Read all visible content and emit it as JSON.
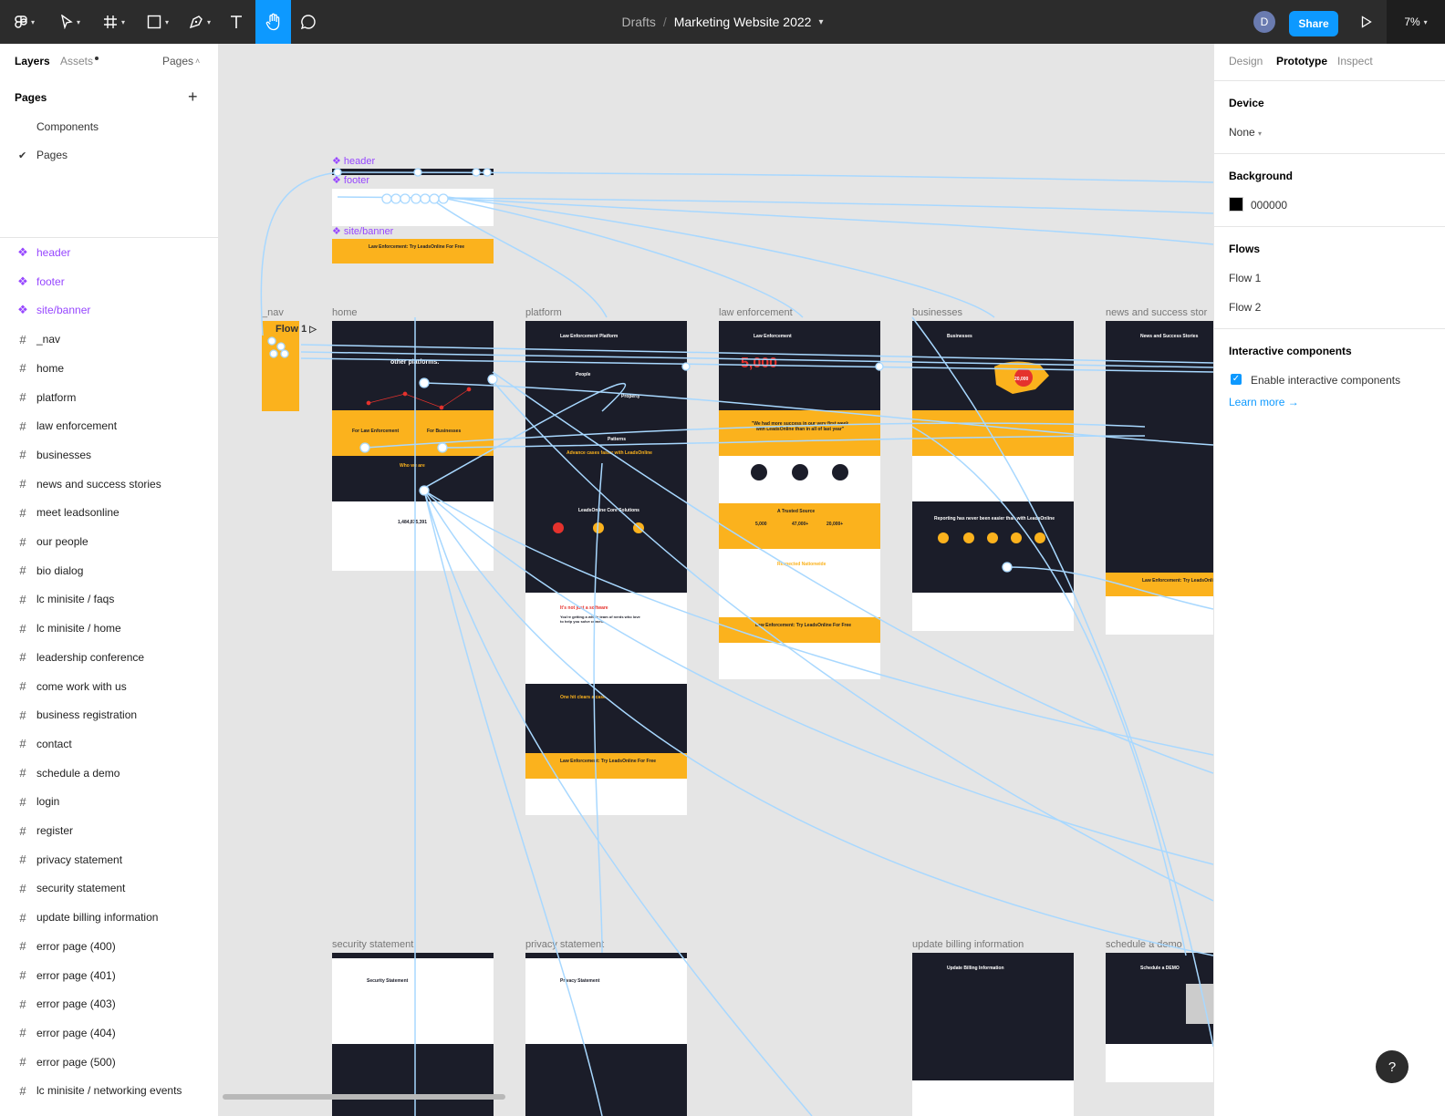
{
  "app": {
    "breadcrumb_root": "Drafts",
    "breadcrumb_sep": "/",
    "file_name": "Marketing Website 2022",
    "avatar_initial": "D",
    "share_label": "Share",
    "zoom": "7%"
  },
  "toolbar": {
    "tools": [
      "main-menu",
      "move-tool",
      "frame-tool",
      "shape-tool",
      "pen-tool",
      "text-tool",
      "hand-tool",
      "comment-tool"
    ],
    "active_tool": "hand-tool"
  },
  "left_panel": {
    "tabs": [
      "Layers",
      "Assets"
    ],
    "pages_toggle": "Pages",
    "pages_header": "Pages",
    "pages": [
      {
        "label": "Components",
        "selected": false
      },
      {
        "label": "Pages",
        "selected": true
      }
    ],
    "layers": [
      {
        "label": "header",
        "kind": "component"
      },
      {
        "label": "footer",
        "kind": "component"
      },
      {
        "label": "site/banner",
        "kind": "component"
      },
      {
        "label": "_nav",
        "kind": "frame"
      },
      {
        "label": "home",
        "kind": "frame"
      },
      {
        "label": "platform",
        "kind": "frame"
      },
      {
        "label": "law enforcement",
        "kind": "frame"
      },
      {
        "label": "businesses",
        "kind": "frame"
      },
      {
        "label": "news and success stories",
        "kind": "frame"
      },
      {
        "label": "meet leadsonline",
        "kind": "frame"
      },
      {
        "label": "our people",
        "kind": "frame"
      },
      {
        "label": "bio dialog",
        "kind": "frame"
      },
      {
        "label": "lc minisite / faqs",
        "kind": "frame"
      },
      {
        "label": "lc minisite / home",
        "kind": "frame"
      },
      {
        "label": "leadership conference",
        "kind": "frame"
      },
      {
        "label": "come work with us",
        "kind": "frame"
      },
      {
        "label": "business registration",
        "kind": "frame"
      },
      {
        "label": "contact",
        "kind": "frame"
      },
      {
        "label": "schedule a demo",
        "kind": "frame"
      },
      {
        "label": "login",
        "kind": "frame"
      },
      {
        "label": "register",
        "kind": "frame"
      },
      {
        "label": "privacy statement",
        "kind": "frame"
      },
      {
        "label": "security statement",
        "kind": "frame"
      },
      {
        "label": "update billing information",
        "kind": "frame"
      },
      {
        "label": "error page (400)",
        "kind": "frame"
      },
      {
        "label": "error page (401)",
        "kind": "frame"
      },
      {
        "label": "error page (403)",
        "kind": "frame"
      },
      {
        "label": "error page (404)",
        "kind": "frame"
      },
      {
        "label": "error page (500)",
        "kind": "frame"
      },
      {
        "label": "lc minisite / networking events",
        "kind": "frame"
      }
    ]
  },
  "right_panel": {
    "tabs": [
      "Design",
      "Prototype",
      "Inspect"
    ],
    "active_tab": "Prototype",
    "device_header": "Device",
    "device_value": "None",
    "background_header": "Background",
    "background_hex": "000000",
    "background_color": "#000000",
    "flows_header": "Flows",
    "flows": [
      "Flow 1",
      "Flow 2"
    ],
    "interactive_header": "Interactive components",
    "interactive_checkbox": "Enable interactive components",
    "interactive_enabled": true,
    "learn_more": "Learn more →"
  },
  "canvas": {
    "components": [
      "header",
      "footer",
      "site/banner"
    ],
    "frames": [
      "_nav",
      "home",
      "platform",
      "law enforcement",
      "businesses",
      "news and success stor",
      "security statement",
      "privacy statement",
      "update billing information",
      "schedule a demo"
    ],
    "flow_tag": "Flow 1",
    "banner_text": "Law Enforcement: Try LeadsOnline For Free",
    "home_other_platforms": "other platforms.",
    "home_for_le": "For Law Enforcement",
    "home_for_biz": "For Businesses",
    "home_who": "Who we are",
    "home_count": "1,484,875,391",
    "platform_title": "Law Enforcement Platform",
    "platform_people": "People",
    "platform_property": "Property",
    "platform_patterns": "Patterns",
    "platform_advance": "Advance cases faster with LeadsOnline",
    "platform_core": "LeadsOnline Core Solutions",
    "platform_not_just": "It's not just a software",
    "platform_nerds": "You're getting a whole team of nerds who love to help you solve crimes.",
    "platform_one_hit": "One hit clears a case",
    "le_title": "Law Enforcement",
    "le_quote": "\"We had more success in our very first week with LeadsOnline than in all of last year\"",
    "le_trusted": "A Trusted Source",
    "le_stats": [
      "5,000",
      "47,000+",
      "20,000+"
    ],
    "le_agencies": "Respected Nationwide",
    "biz_title": "Businesses",
    "biz_number": "20,000",
    "biz_reporting": "Reporting has never been easier than with LeadsOnline",
    "news_title": "News and Success Stories",
    "security_title": "Security Statement",
    "privacy_title": "Privacy Statement",
    "billing_title": "Update Billing Information",
    "demo_title": "Schedule a DEMO"
  },
  "colors": {
    "accent": "#0d99ff",
    "component": "#9747ff",
    "brand_yellow": "#fbb21d",
    "brand_dark": "#1b1d29",
    "brand_red": "#e5322d",
    "flow_line": "#a8d8ff"
  }
}
